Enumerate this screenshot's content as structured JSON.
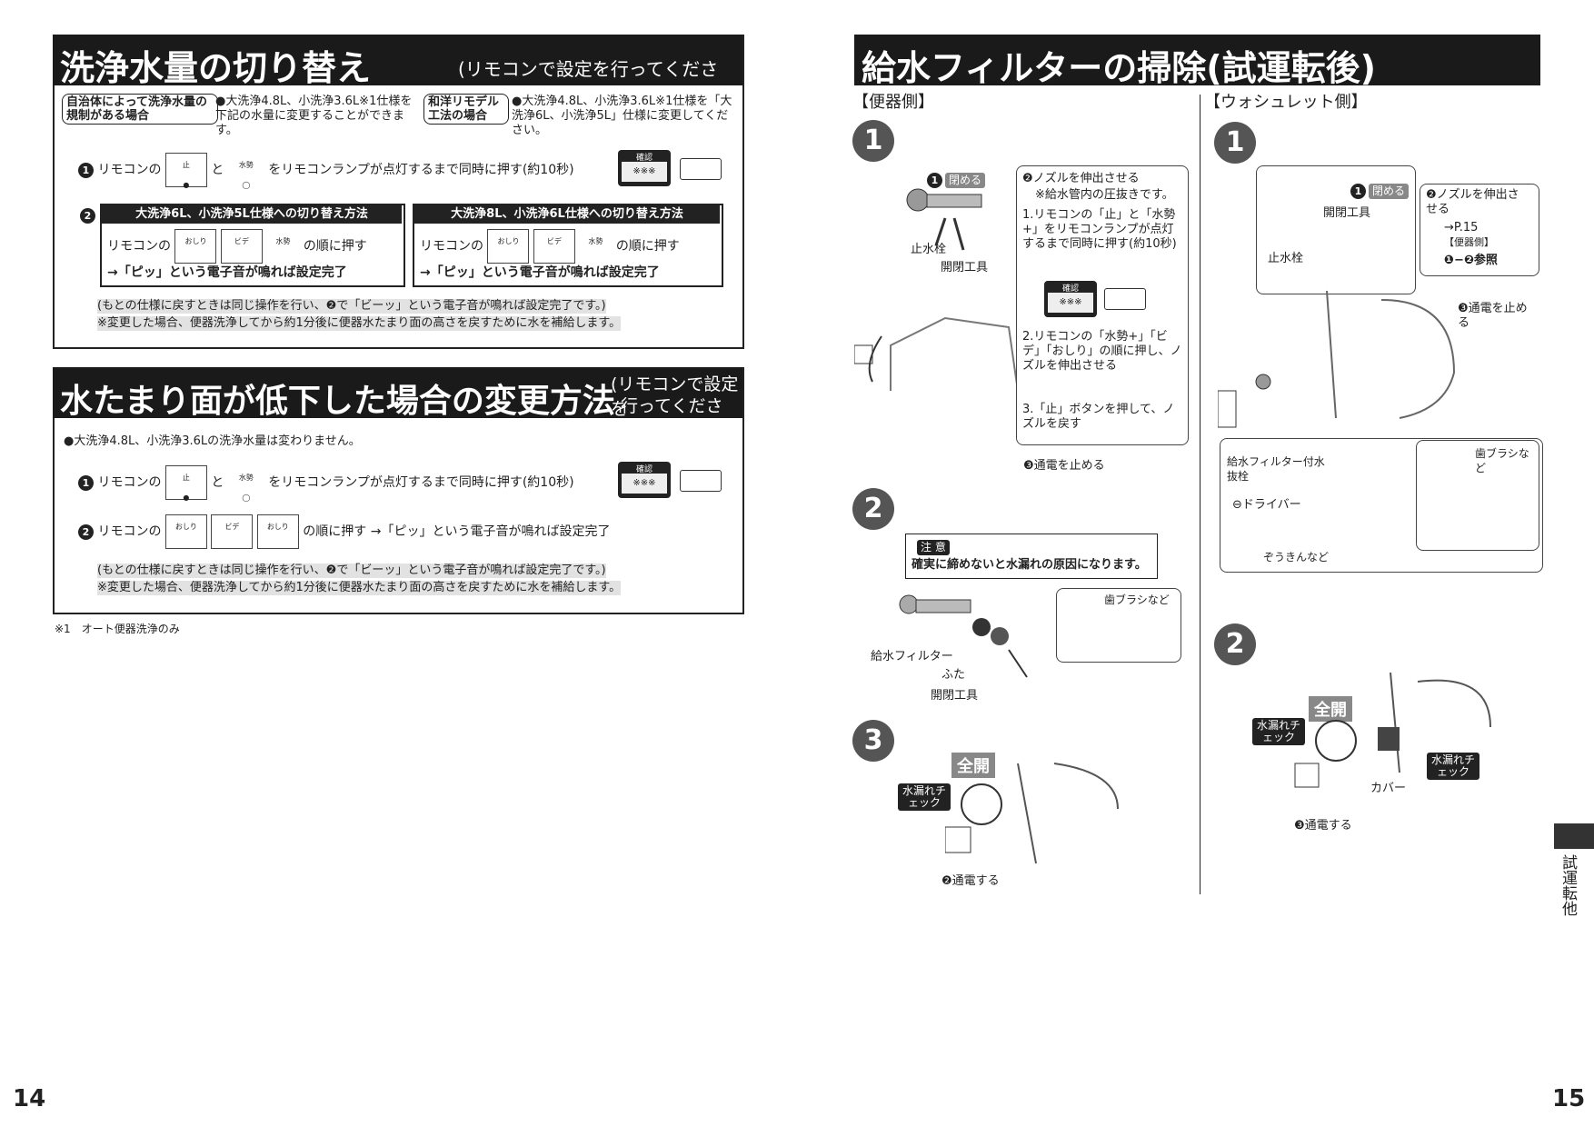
{
  "left": {
    "s1": {
      "title": "洗浄水量の切り替え",
      "title_note": "(リモコンで設定を行ってください)",
      "pill1": "自治体によって洗浄水量の規制がある場合",
      "text1": "●大洗浄4.8L、小洗浄3.6L※1仕様を下記の水量に変更することができます。",
      "pill2": "和洋リモデル工法の場合",
      "text2": "●大洗浄4.8L、小洗浄3.6L※1仕様を「大洗浄6L、小洗浄5L」仕様に変更してください。",
      "step1_prefix": "リモコンの",
      "step1_and": "と",
      "step1_suffix": "をリモコンランプが点灯するまで同時に押す(約10秒)",
      "btn_stop": "止",
      "btn_power": "水勢",
      "sub1_head": "大洗浄6L、小洗浄5L仕様への切り替え方法",
      "sub2_head": "大洗浄8L、小洗浄6L仕様への切り替え方法",
      "sub_prefix": "リモコンの",
      "sub_suffix": "の順に押す",
      "sub_result": "→「ピッ」という電子音が鳴れば設定完了",
      "btn_oshiri": "おしり",
      "btn_bide": "ビデ",
      "note1": "(もとの仕様に戻すときは同じ操作を行い、❷で「ビーッ」という電子音が鳴れば設定完了です。)",
      "note2": "※変更した場合、便器洗浄してから約1分後に便器水たまり面の高さを戻すために水を補給します。"
    },
    "s2": {
      "title": "水たまり面が低下した場合の変更方法",
      "title_note1": "(リモコンで設定を",
      "title_note2": "行ってください)",
      "text1": "●大洗浄4.8L、小洗浄3.6Lの洗浄水量は変わりません。",
      "step1_prefix": "リモコンの",
      "step1_and": "と",
      "step1_suffix": "をリモコンランプが点灯するまで同時に押す(約10秒)",
      "step2_prefix": "リモコンの",
      "step2_suffix": "の順に押す →「ピッ」という電子音が鳴れば設定完了",
      "note1": "(もとの仕様に戻すときは同じ操作を行い、❷で「ビーッ」という電子音が鳴れば設定完了です。)",
      "note2": "※変更した場合、便器洗浄してから約1分後に便器水たまり面の高さを戻すために水を補給します。"
    },
    "footnote": "※1　オート便器洗浄のみ",
    "confirm_label": "確認",
    "page_number": "14"
  },
  "right": {
    "title": "給水フィルターの掃除(試運転後)",
    "col1_head": "【便器側】",
    "col2_head": "【ウォシュレット側】",
    "c1s1": {
      "close_tag": "閉める",
      "label_valve": "止水栓",
      "label_tool": "開閉工具",
      "callout_head": "❷ノズルを伸出させる",
      "callout_sub": "※給水管内の圧抜きです。",
      "callout_1": "1.リモコンの「止」と「水勢+」をリモコンランプが点灯するまで同時に押す(約10秒)",
      "callout_2": "2.リモコンの「水勢+」「ビデ」「おしり」の順に押し、ノズルを伸出させる",
      "callout_3": "3.「止」ボタンを押して、ノズルを戻す",
      "bottom": "❸通電を止める"
    },
    "c1s2": {
      "caution_head": "注 意",
      "caution_text": "確実に締めないと水漏れの原因になります。",
      "label_brush": "歯ブラシなど",
      "label_filter": "給水フィルター",
      "label_lid": "ふた",
      "label_tool": "開閉工具"
    },
    "c1s3": {
      "open_tag": "全開",
      "leak_tag": "水漏れチェック",
      "bottom": "❷通電する"
    },
    "c2s1": {
      "close_tag": "閉める",
      "label_tool": "開閉工具",
      "label_valve": "止水栓",
      "callout_1": "❷ノズルを伸出させる",
      "callout_2": "→P.15",
      "callout_3": "【便器側】",
      "callout_4": "❶−❷参照",
      "stop_label": "❸通電を止める",
      "label_plug": "給水フィルター付水抜栓",
      "label_driver": "⊖ドライバー",
      "label_cloth": "ぞうきんなど",
      "label_brush": "歯ブラシなど"
    },
    "c2s2": {
      "open_tag": "全開",
      "leak_tag": "水漏れチェック",
      "leak_tag2": "水漏れチェック",
      "label_cover": "カバー",
      "bottom": "❸通電する"
    },
    "side_tab": "試運転他",
    "page_number": "15"
  }
}
